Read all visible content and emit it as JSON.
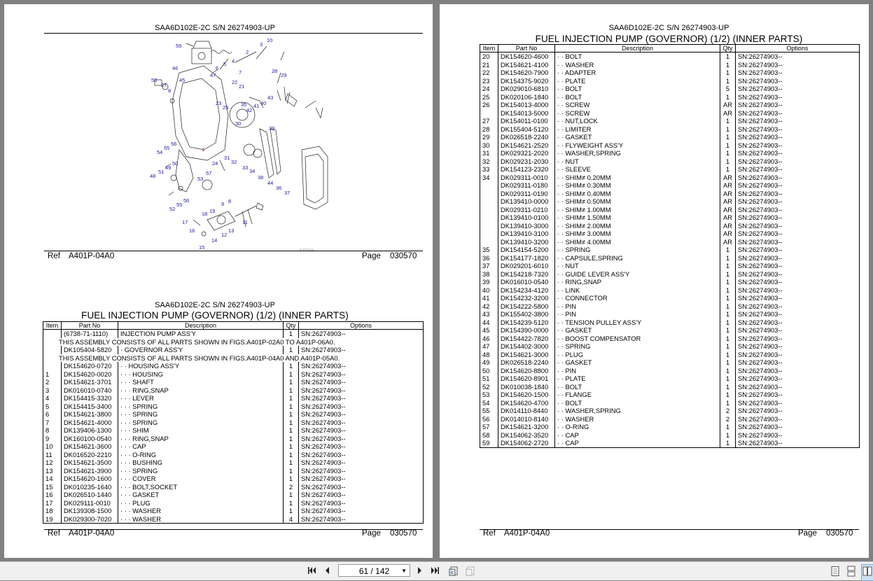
{
  "left_page": {
    "top_block": {
      "header": "SAA6D102E-2C S/N 26274903-UP",
      "ref_label": "Ref",
      "ref_value": "A401P-04A0",
      "page_label": "Page",
      "page_value": "030570",
      "image_code": "AJ01694",
      "callouts": [
        "59",
        "10",
        "3",
        "2",
        "1",
        "46",
        "6",
        "5",
        "4",
        "47",
        "7",
        "22",
        "21",
        "28",
        "29",
        "58",
        "45",
        "27",
        "8",
        "23",
        "25",
        "35",
        "42",
        "41",
        "40",
        "43",
        "30",
        "39",
        "55",
        "56",
        "54",
        "31",
        "32",
        "33",
        "34",
        "38",
        "44",
        "36",
        "37",
        "48",
        "49",
        "50",
        "51",
        "53",
        "57",
        "24",
        "52",
        "55",
        "56",
        "18",
        "19",
        "9",
        "8",
        "17",
        "16",
        "12",
        "13",
        "11",
        "14",
        "15"
      ]
    },
    "bottom_block": {
      "header": "SAA6D102E-2C S/N 26274903-UP",
      "title": "FUEL INJECTION PUMP (GOVERNOR) (1/2) (INNER PARTS)",
      "columns": [
        "Item",
        "Part No",
        "Description",
        "Qty",
        "Options"
      ],
      "rows": [
        {
          "item": "",
          "part": "(6738-71-1110)",
          "desc": "INJECTION PUMP ASS'Y",
          "qty": "1",
          "opt": "SN:26274903--"
        },
        {
          "note": "THIS ASSEMBLY CONSISTS OF ALL PARTS SHOWN IN FIGS.A401P-02A0 TO A401P-06A0."
        },
        {
          "item": "",
          "part": "DK105404-5820",
          "desc": "· GOVERNOR ASS'Y",
          "qty": "1",
          "opt": "SN:26274903--"
        },
        {
          "note": "THIS ASSEMBLY CONSISTS OF ALL PARTS SHOWN IN FIGS.A401P-04A0 AND A401P-05A0."
        },
        {
          "item": "",
          "part": "DK154620-0720",
          "desc": "· · HOUSING ASS'Y",
          "qty": "1",
          "opt": "SN:26274903--"
        },
        {
          "item": "1",
          "part": "DK154620-0020",
          "desc": "· · · HOUSING",
          "qty": "1",
          "opt": "SN:26274903--"
        },
        {
          "item": "2",
          "part": "DK154621-3701",
          "desc": "· · · SHAFT",
          "qty": "1",
          "opt": "SN:26274903--"
        },
        {
          "item": "3",
          "part": "DK016010-0740",
          "desc": "· · · RING,SNAP",
          "qty": "1",
          "opt": "SN:26274903--"
        },
        {
          "item": "4",
          "part": "DK154415-3320",
          "desc": "· · · LEVER",
          "qty": "1",
          "opt": "SN:26274903--"
        },
        {
          "item": "5",
          "part": "DK154415-3400",
          "desc": "· · · SPRING",
          "qty": "1",
          "opt": "SN:26274903--"
        },
        {
          "item": "6",
          "part": "DK154621-3800",
          "desc": "· · · SPRING",
          "qty": "1",
          "opt": "SN:26274903--"
        },
        {
          "item": "7",
          "part": "DK154621-4000",
          "desc": "· · · SPRING",
          "qty": "1",
          "opt": "SN:26274903--"
        },
        {
          "item": "8",
          "part": "DK139406-1300",
          "desc": "· · · SHIM",
          "qty": "1",
          "opt": "SN:26274903--"
        },
        {
          "item": "9",
          "part": "DK160100-0540",
          "desc": "· · · RING,SNAP",
          "qty": "1",
          "opt": "SN:26274903--"
        },
        {
          "item": "10",
          "part": "DK154621-3600",
          "desc": "· · · CAP",
          "qty": "1",
          "opt": "SN:26274903--"
        },
        {
          "item": "11",
          "part": "DK016520-2210",
          "desc": "· · · O-RING",
          "qty": "1",
          "opt": "SN:26274903--"
        },
        {
          "item": "12",
          "part": "DK154621-3500",
          "desc": "· · · BUSHING",
          "qty": "1",
          "opt": "SN:26274903--"
        },
        {
          "item": "13",
          "part": "DK154621-3900",
          "desc": "· · · SPRING",
          "qty": "1",
          "opt": "SN:26274903--"
        },
        {
          "item": "14",
          "part": "DK154620-1600",
          "desc": "· · · COVER",
          "qty": "1",
          "opt": "SN:26274903--"
        },
        {
          "item": "15",
          "part": "DK010235-1640",
          "desc": "· · · BOLT,SOCKET",
          "qty": "2",
          "opt": "SN:26274903--"
        },
        {
          "item": "16",
          "part": "DK026510-1440",
          "desc": "· · · GASKET",
          "qty": "1",
          "opt": "SN:26274903--"
        },
        {
          "item": "17",
          "part": "DK029111-0010",
          "desc": "· · · PLUG",
          "qty": "1",
          "opt": "SN:26274903--"
        },
        {
          "item": "18",
          "part": "DK139308-1500",
          "desc": "· · · WASHER",
          "qty": "1",
          "opt": "SN:26274903--"
        },
        {
          "item": "19",
          "part": "DK029300-7020",
          "desc": "· · · WASHER",
          "qty": "4",
          "opt": "SN:26274903--"
        }
      ],
      "ref_label": "Ref",
      "ref_value": "A401P-04A0",
      "page_label": "Page",
      "page_value": "030570"
    }
  },
  "right_page": {
    "header": "SAA6D102E-2C S/N 26274903-UP",
    "title": "FUEL INJECTION PUMP (GOVERNOR) (1/2) (INNER PARTS)",
    "columns": [
      "Item",
      "Part No",
      "Description",
      "Qty",
      "Options"
    ],
    "rows": [
      {
        "item": "20",
        "part": "DK154620-4600",
        "desc": "· · BOLT",
        "qty": "1",
        "opt": "SN:26274903--"
      },
      {
        "item": "21",
        "part": "DK154621-4100",
        "desc": "· · WASHER",
        "qty": "1",
        "opt": "SN:26274903--"
      },
      {
        "item": "22",
        "part": "DK154620-7900",
        "desc": "· · ADAPTER",
        "qty": "1",
        "opt": "SN:26274903--"
      },
      {
        "item": "23",
        "part": "DK154375-9020",
        "desc": "· · PLATE",
        "qty": "1",
        "opt": "SN:26274903--"
      },
      {
        "item": "24",
        "part": "DK029010-6810",
        "desc": "· · BOLT",
        "qty": "5",
        "opt": "SN:26274903--"
      },
      {
        "item": "25",
        "part": "DK020106-1840",
        "desc": "· · BOLT",
        "qty": "1",
        "opt": "SN:26274903--"
      },
      {
        "item": "26",
        "part": "DK154013-4000",
        "desc": "· · SCREW",
        "qty": "AR",
        "opt": "SN:26274903--"
      },
      {
        "item": "",
        "part": "DK154013-5000",
        "desc": "· · SCREW",
        "qty": "AR",
        "opt": "SN:26274903--"
      },
      {
        "item": "27",
        "part": "DK154011-0100",
        "desc": "· · NUT,LOCK",
        "qty": "1",
        "opt": "SN:26274903--"
      },
      {
        "item": "28",
        "part": "DK155404-5120",
        "desc": "· · LIMITER",
        "qty": "1",
        "opt": "SN:26274903--"
      },
      {
        "item": "29",
        "part": "DK026518-2240",
        "desc": "· · GASKET",
        "qty": "1",
        "opt": "SN:26274903--"
      },
      {
        "item": "30",
        "part": "DK154621-2520",
        "desc": "· · FLYWEIGHT ASS'Y",
        "qty": "1",
        "opt": "SN:26274903--"
      },
      {
        "item": "31",
        "part": "DK029321-2020",
        "desc": "· · WASHER,SPRING",
        "qty": "1",
        "opt": "SN:26274903--"
      },
      {
        "item": "32",
        "part": "DK029231-2030",
        "desc": "· · NUT",
        "qty": "1",
        "opt": "SN:26274903--"
      },
      {
        "item": "33",
        "part": "DK154123-2320",
        "desc": "· · SLEEVE",
        "qty": "1",
        "opt": "SN:26274903--"
      },
      {
        "item": "34",
        "part": "DK029311-0010",
        "desc": "· · SHIM≠ 0.20MM",
        "qty": "AR",
        "opt": "SN:26274903--"
      },
      {
        "item": "",
        "part": "DK029311-0180",
        "desc": "· · SHIM≠ 0.30MM",
        "qty": "AR",
        "opt": "SN:26274903--"
      },
      {
        "item": "",
        "part": "DK029311-0190",
        "desc": "· · SHIM≠ 0.40MM",
        "qty": "AR",
        "opt": "SN:26274903--"
      },
      {
        "item": "",
        "part": "DK139410-0000",
        "desc": "· · SHIM≠ 0.50MM",
        "qty": "AR",
        "opt": "SN:26274903--"
      },
      {
        "item": "",
        "part": "DK029311-0210",
        "desc": "· · SHIM≠ 1.00MM",
        "qty": "AR",
        "opt": "SN:26274903--"
      },
      {
        "item": "",
        "part": "DK139410-0100",
        "desc": "· · SHIM≠ 1.50MM",
        "qty": "AR",
        "opt": "SN:26274903--"
      },
      {
        "item": "",
        "part": "DK139410-3000",
        "desc": "· · SHIM≠ 2.00MM",
        "qty": "AR",
        "opt": "SN:26274903--"
      },
      {
        "item": "",
        "part": "DK139410-3100",
        "desc": "· · SHIM≠ 3.00MM",
        "qty": "AR",
        "opt": "SN:26274903--"
      },
      {
        "item": "",
        "part": "DK139410-3200",
        "desc": "· · SHIM≠ 4.00MM",
        "qty": "AR",
        "opt": "SN:26274903--"
      },
      {
        "item": "35",
        "part": "DK154154-5200",
        "desc": "· · SPRING",
        "qty": "1",
        "opt": "SN:26274903--"
      },
      {
        "item": "36",
        "part": "DK154177-1820",
        "desc": "· · CAPSULE,SPRING",
        "qty": "1",
        "opt": "SN:26274903--"
      },
      {
        "item": "37",
        "part": "DK029201-6010",
        "desc": "· · NUT",
        "qty": "1",
        "opt": "SN:26274903--"
      },
      {
        "item": "38",
        "part": "DK154218-7320",
        "desc": "· · GUIDE LEVER ASS'Y",
        "qty": "1",
        "opt": "SN:26274903--"
      },
      {
        "item": "39",
        "part": "DK016010-0540",
        "desc": "· · RING,SNAP",
        "qty": "1",
        "opt": "SN:26274903--"
      },
      {
        "item": "40",
        "part": "DK154234-4120",
        "desc": "· · LINK",
        "qty": "1",
        "opt": "SN:26274903--"
      },
      {
        "item": "41",
        "part": "DK154232-3200",
        "desc": "· · CONNECTOR",
        "qty": "1",
        "opt": "SN:26274903--"
      },
      {
        "item": "42",
        "part": "DK154222-5800",
        "desc": "· · PIN",
        "qty": "1",
        "opt": "SN:26274903--"
      },
      {
        "item": "43",
        "part": "DK155402-3800",
        "desc": "· · PIN",
        "qty": "1",
        "opt": "SN:26274903--"
      },
      {
        "item": "44",
        "part": "DK154239-5120",
        "desc": "· · TENSION PULLEY ASS'Y",
        "qty": "1",
        "opt": "SN:26274903--"
      },
      {
        "item": "45",
        "part": "DK154390-0000",
        "desc": "· · GASKET",
        "qty": "1",
        "opt": "SN:26274903--"
      },
      {
        "item": "46",
        "part": "DK154422-7820",
        "desc": "· · BOOST COMPENSATOR",
        "qty": "1",
        "opt": "SN:26274903--"
      },
      {
        "item": "47",
        "part": "DK154402-3000",
        "desc": "· · SPRING",
        "qty": "1",
        "opt": "SN:26274903--"
      },
      {
        "item": "48",
        "part": "DK154621-3000",
        "desc": "· · PLUG",
        "qty": "1",
        "opt": "SN:26274903--"
      },
      {
        "item": "49",
        "part": "DK026518-2240",
        "desc": "· · GASKET",
        "qty": "1",
        "opt": "SN:26274903--"
      },
      {
        "item": "50",
        "part": "DK154620-8800",
        "desc": "· · PIN",
        "qty": "1",
        "opt": "SN:26274903--"
      },
      {
        "item": "51",
        "part": "DK154620-8901",
        "desc": "· · PLATE",
        "qty": "1",
        "opt": "SN:26274903--"
      },
      {
        "item": "52",
        "part": "DK010038-1840",
        "desc": "· · BOLT",
        "qty": "1",
        "opt": "SN:26274903--"
      },
      {
        "item": "53",
        "part": "DK154620-1500",
        "desc": "· · FLANGE",
        "qty": "1",
        "opt": "SN:26274903--"
      },
      {
        "item": "54",
        "part": "DK154620-4700",
        "desc": "· · BOLT",
        "qty": "1",
        "opt": "SN:26274903--"
      },
      {
        "item": "55",
        "part": "DK014110-8440",
        "desc": "· · WASHER,SPRING",
        "qty": "2",
        "opt": "SN:26274903--"
      },
      {
        "item": "56",
        "part": "DK014010-8140",
        "desc": "· · WASHER",
        "qty": "2",
        "opt": "SN:26274903--"
      },
      {
        "item": "57",
        "part": "DK154621-3200",
        "desc": "· · O-RING",
        "qty": "1",
        "opt": "SN:26274903--"
      },
      {
        "item": "58",
        "part": "DK154062-3520",
        "desc": "· · CAP",
        "qty": "1",
        "opt": "SN:26274903--"
      },
      {
        "item": "59",
        "part": "DK154062-2720",
        "desc": "· · CAP",
        "qty": "1",
        "opt": "SN:26274903--"
      }
    ],
    "ref_label": "Ref",
    "ref_value": "A401P-04A0",
    "page_label": "Page",
    "page_value": "030570"
  },
  "toolbar": {
    "first_page_icon": "first-page-icon",
    "prev_page_icon": "prev-page-icon",
    "page_indicator": "61 / 142",
    "next_page_icon": "next-page-icon",
    "last_page_icon": "last-page-icon",
    "view_icons": [
      "single-page-icon",
      "continuous-page-icon",
      "facing-pages-icon"
    ]
  }
}
